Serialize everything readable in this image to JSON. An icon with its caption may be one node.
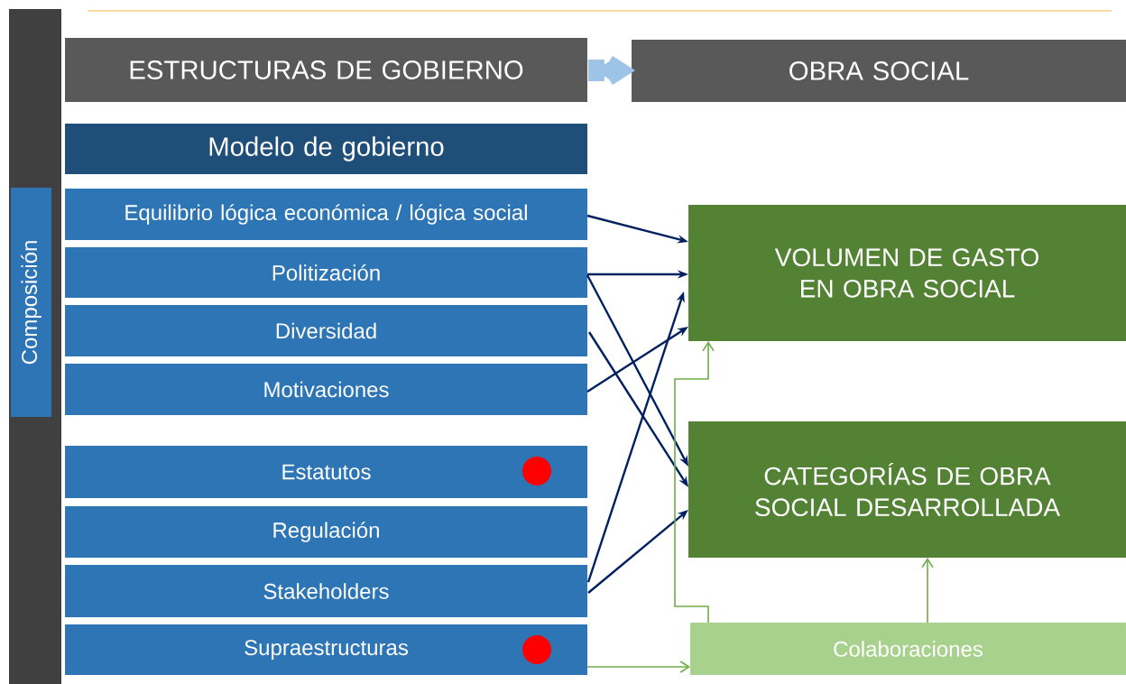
{
  "diagram": {
    "nodes": [
      {
        "text": [
          "ESTRUCTURAS DE GOBIERNO"
        ]
      },
      {
        "text": [
          "OBRA SOCIAL"
        ]
      },
      {
        "text": [
          "Modelo de gobierno"
        ]
      },
      {
        "text": [
          "Equilibrio lógica económica / lógica social"
        ]
      },
      {
        "text": [
          "Politización"
        ]
      },
      {
        "text": [
          "Diversidad"
        ]
      },
      {
        "text": [
          "Motivaciones"
        ]
      },
      {
        "text": [
          "Estatutos"
        ]
      },
      {
        "text": [
          "Regulación"
        ]
      },
      {
        "text": [
          "Stakeholders"
        ]
      },
      {
        "text": [
          "Supraestructuras"
        ]
      },
      {
        "text": [
          "VOLUMEN DE GASTO EN OBRA SOCIAL"
        ]
      },
      {
        "text": [
          "CATEGORÍAS DE OBRA SOCIAL DESARROLLADA"
        ]
      },
      {
        "text": [
          "Colaboraciones"
        ]
      },
      {
        "text": [
          "Composición"
        ]
      }
    ],
    "edges": [
      {
        "from": 0,
        "to": 1,
        "arrow": "to",
        "style": "thick",
        "color": "#9dc3e6"
      },
      {
        "from": 3,
        "to": 11,
        "arrow": "to"
      },
      {
        "from": 4,
        "to": 11,
        "arrow": "to"
      },
      {
        "from": 4,
        "to": 12,
        "arrow": "to"
      },
      {
        "from": 5,
        "to": 12,
        "arrow": "to"
      },
      {
        "from": 6,
        "to": 11,
        "arrow": "to"
      },
      {
        "from": 9,
        "to": 11,
        "arrow": "to"
      },
      {
        "from": 9,
        "to": 12,
        "arrow": "to"
      },
      {
        "from": 10,
        "to": 13,
        "arrow": "to",
        "color": "#70ad47"
      },
      {
        "from": 13,
        "to": 11,
        "arrow": "to",
        "color": "#70ad47"
      },
      {
        "from": 13,
        "to": 12,
        "arrow": "to",
        "color": "#70ad47"
      }
    ]
  }
}
